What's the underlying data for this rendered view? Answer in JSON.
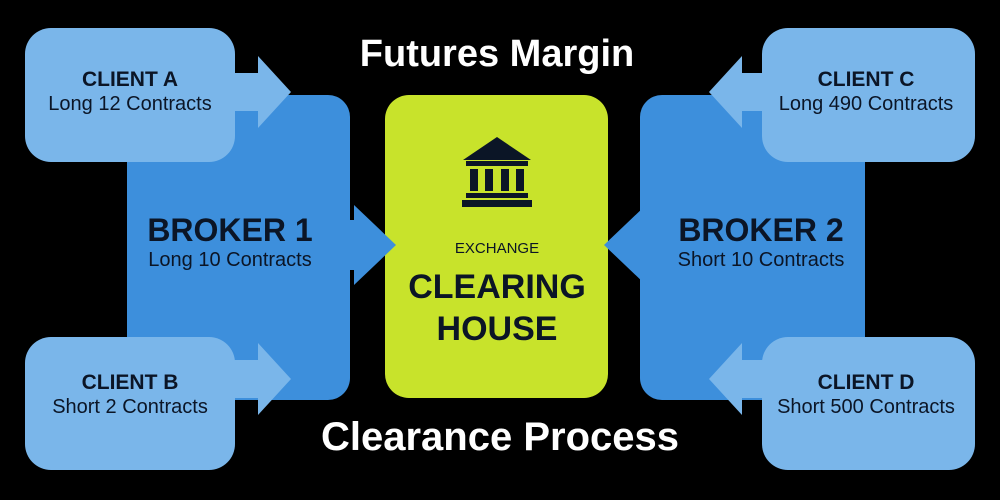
{
  "title": "Futures Margin",
  "subtitle": "Clearance Process",
  "clients": [
    {
      "name": "CLIENT A",
      "position": "Long 12 Contracts"
    },
    {
      "name": "CLIENT B",
      "position": "Short 2 Contracts"
    },
    {
      "name": "CLIENT C",
      "position": "Long 490 Contracts"
    },
    {
      "name": "CLIENT D",
      "position": "Short 500 Contracts"
    }
  ],
  "brokers": [
    {
      "name": "BROKER 1",
      "position": "Long 10 Contracts"
    },
    {
      "name": "BROKER 2",
      "position": "Short 10 Contracts"
    }
  ],
  "clearing_house": {
    "label": "EXCHANGE",
    "title_line1": "CLEARING",
    "title_line2": "HOUSE",
    "icon": "bank-icon"
  },
  "colors": {
    "background": "#000000",
    "client": "#7ab6ea",
    "broker": "#3d8fdc",
    "clearing_house": "#c8e32b",
    "text_dark": "#0b1526",
    "text_light": "#ffffff"
  }
}
